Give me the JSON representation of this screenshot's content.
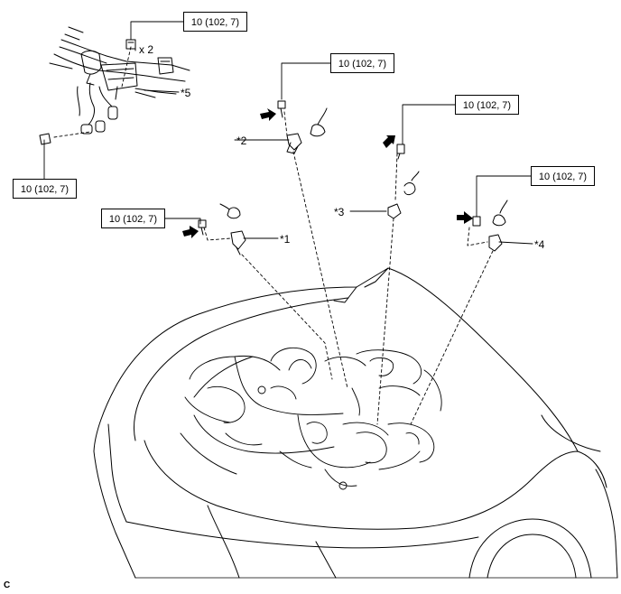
{
  "torque_specs": [
    "10 (102, 7)",
    "10 (102, 7)",
    "10 (102, 7)",
    "10 (102, 7)",
    "10 (102, 7)",
    "10 (102, 7)"
  ],
  "callouts": {
    "c1": "*1",
    "c2": "*2",
    "c3": "*3",
    "c4": "*4",
    "c5": "*5",
    "qty": "x 2"
  },
  "corner_code": "C"
}
